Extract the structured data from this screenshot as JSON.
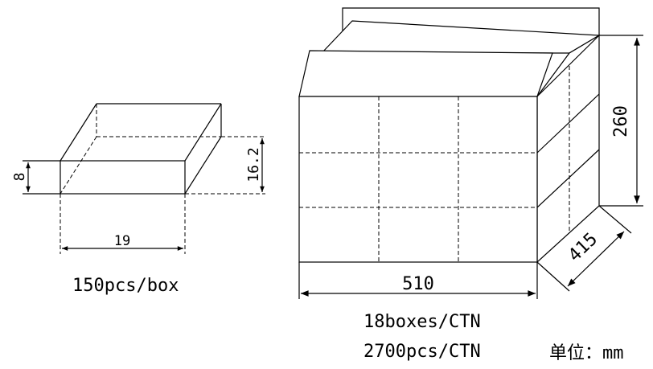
{
  "small_box": {
    "dim_height": "8",
    "dim_depth": "16.2",
    "dim_width": "19",
    "caption": "150pcs/box"
  },
  "carton": {
    "dim_height": "260",
    "dim_depth": "415",
    "dim_width": "510",
    "caption_boxes": "18boxes/CTN",
    "caption_pcs": "2700pcs/CTN"
  },
  "unit_label": "单位：mm"
}
